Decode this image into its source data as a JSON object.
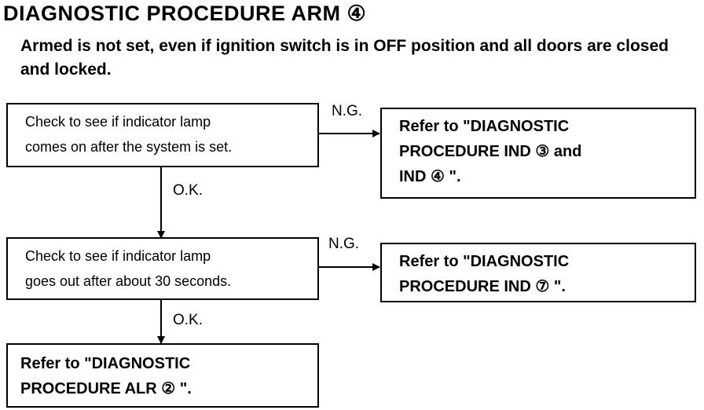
{
  "title": "DIAGNOSTIC PROCEDURE ARM ④",
  "subtitle": "Armed is not set, even if ignition switch is in OFF position and all doors are closed and locked.",
  "steps": [
    {
      "text": "Check to see if indicator lamp\ncomes on after the system is set.",
      "ok_label": "O.K.",
      "ng_label": "N.G.",
      "ng_text": "Refer to \"DIAGNOSTIC\nPROCEDURE  IND ③   and\nIND ④ \"."
    },
    {
      "text": "Check to see if indicator lamp\ngoes out after about 30 seconds.",
      "ok_label": "O.K.",
      "ng_label": "N.G.",
      "ng_text": "Refer to \"DIAGNOSTIC\nPROCEDURE IND ⑦  \"."
    }
  ],
  "final": {
    "text": "Refer to \"DIAGNOSTIC\nPROCEDURE ALR ②  \"."
  }
}
